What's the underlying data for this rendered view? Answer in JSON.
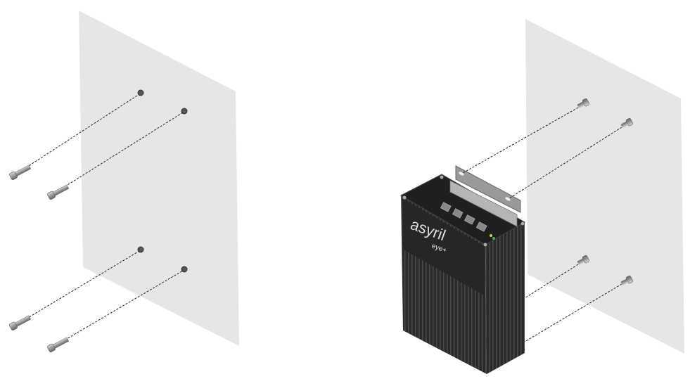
{
  "figure": {
    "left_step": {
      "screws": 4,
      "panel_color": "#e6e6e6"
    },
    "right_step": {
      "screws": 4,
      "panel_color": "#e6e6e6"
    },
    "device": {
      "logo_text": "asyril",
      "logo_subtext": "eye+",
      "body_color": "#2b2b2b",
      "logo_accent": "#c0272d"
    }
  }
}
